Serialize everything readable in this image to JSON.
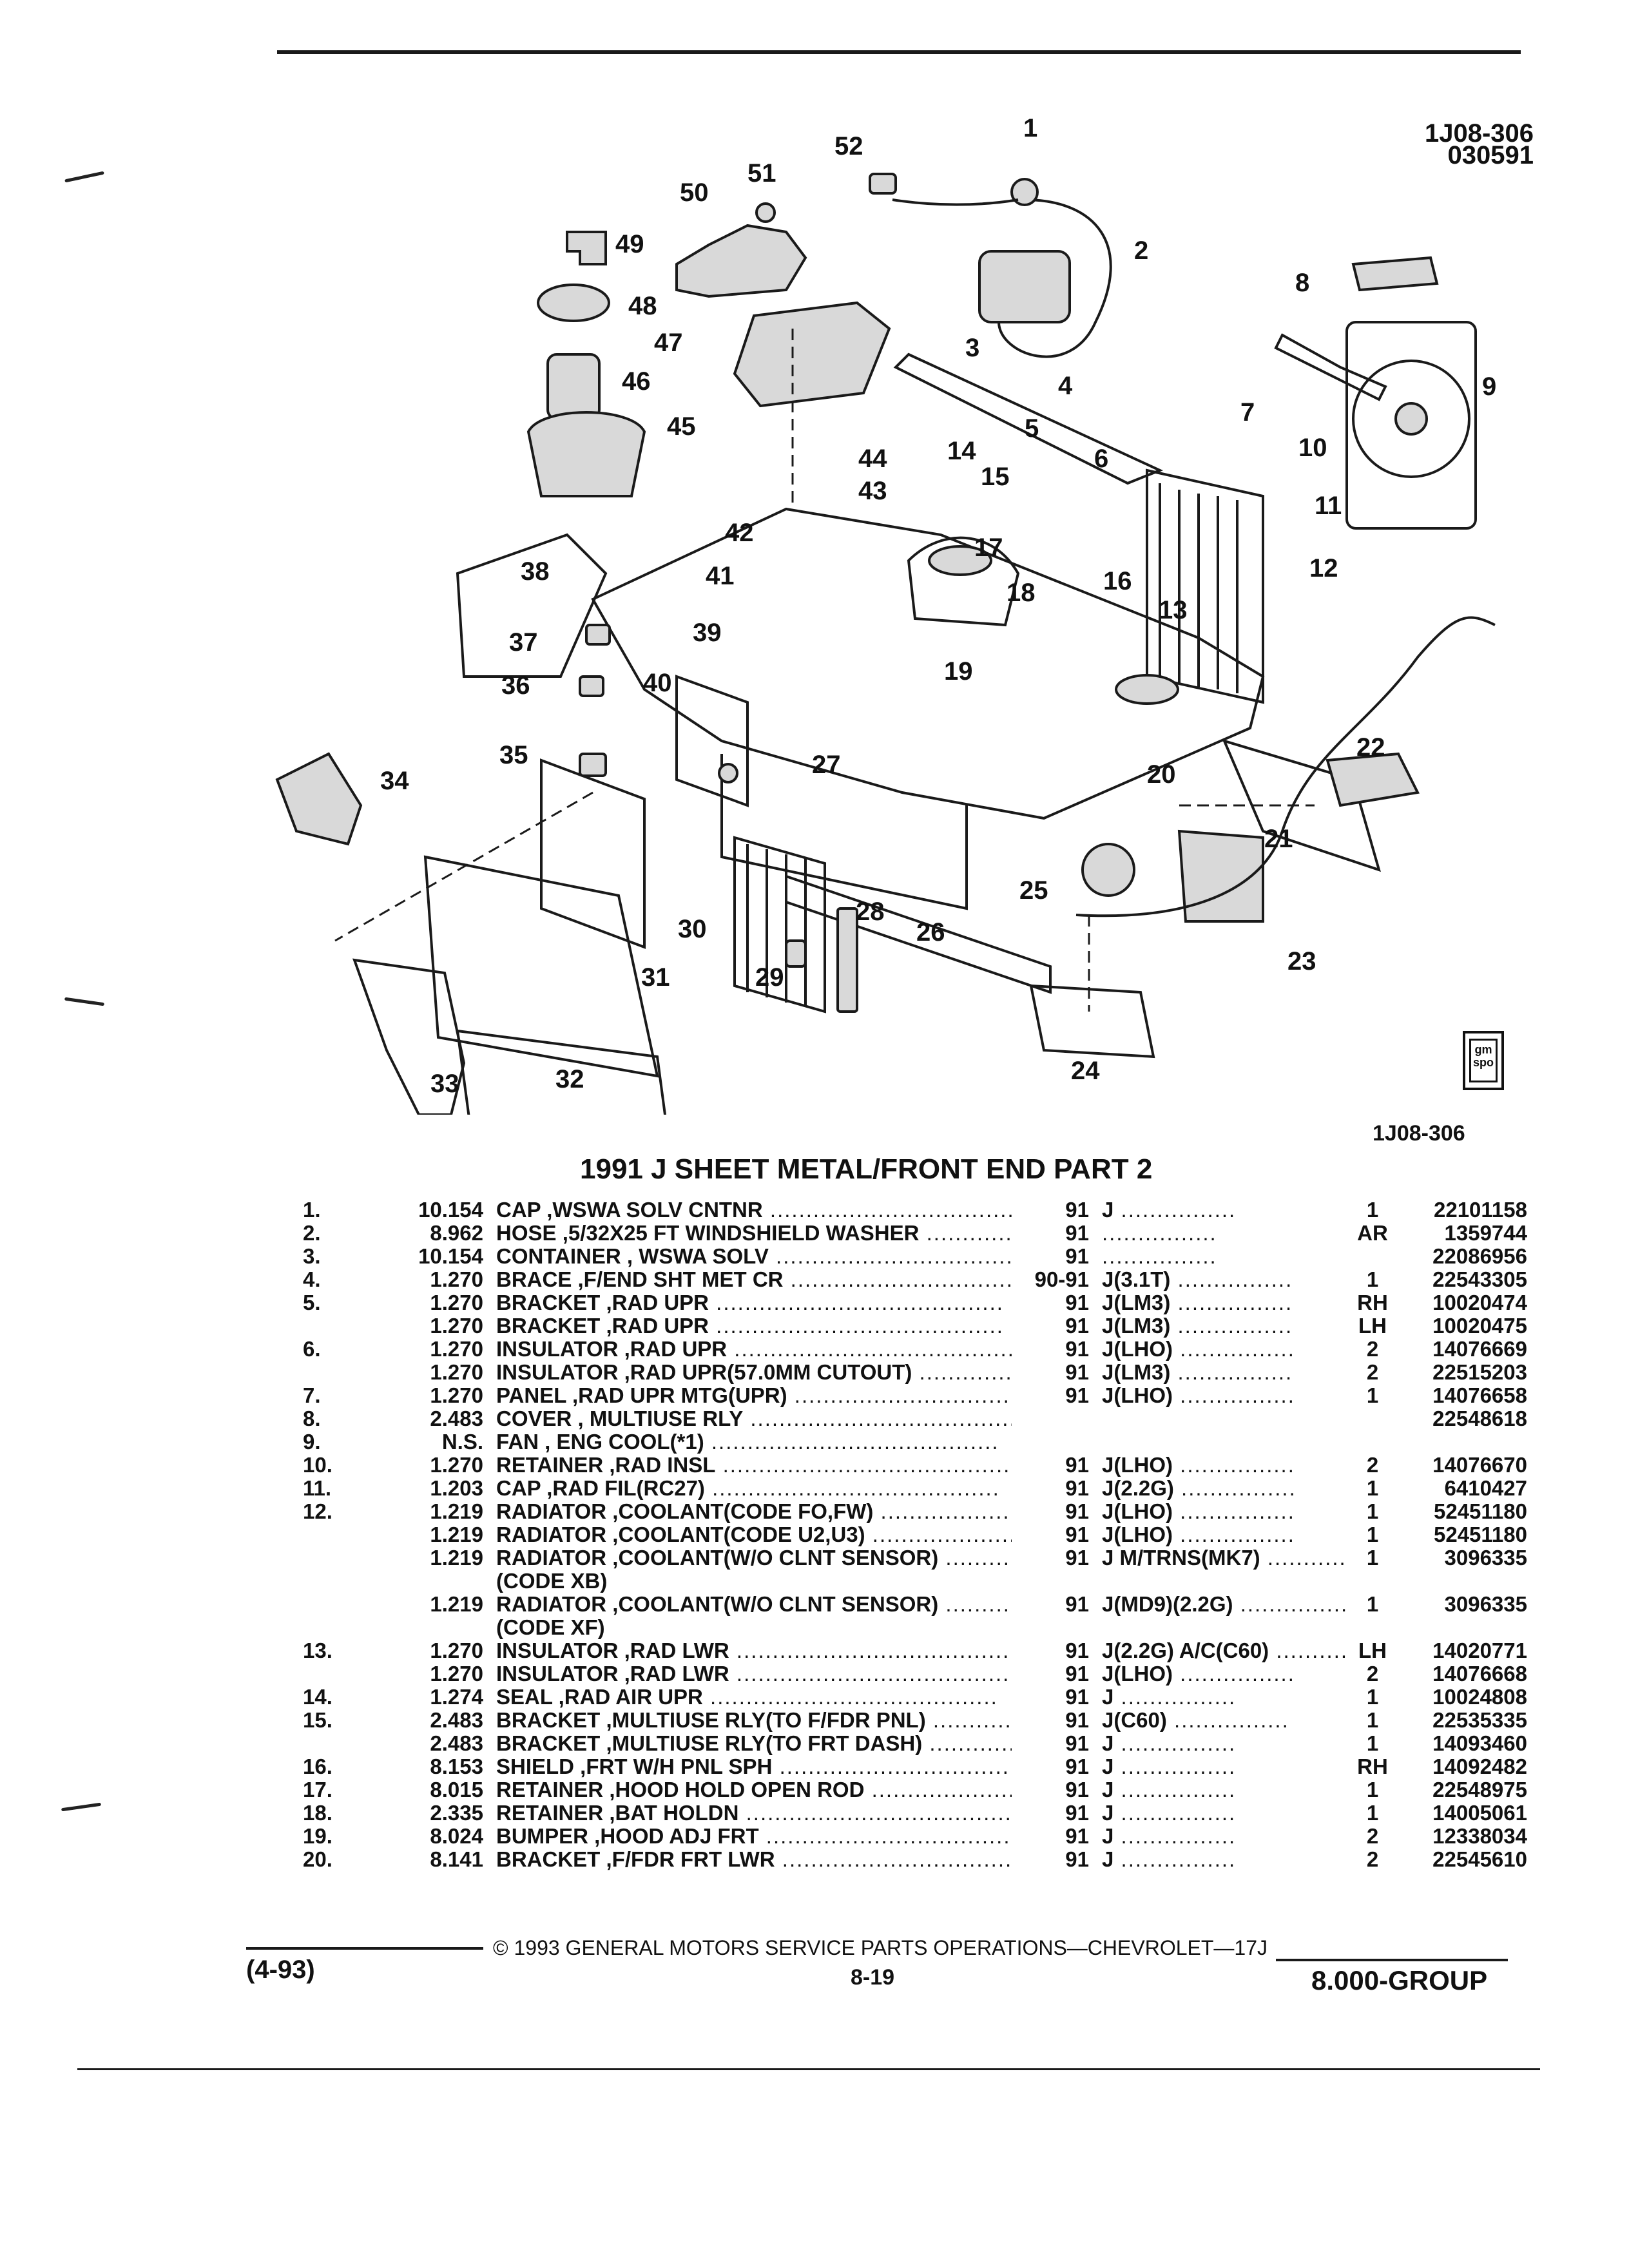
{
  "header": {
    "illustration_code": "1J08-306",
    "illustration_date": "030591",
    "caption_code": "1J08-306"
  },
  "title": "1991 J SHEET METAL/FRONT END PART 2",
  "callouts": [
    "1",
    "2",
    "3",
    "4",
    "5",
    "6",
    "7",
    "8",
    "9",
    "10",
    "11",
    "12",
    "13",
    "14",
    "15",
    "16",
    "17",
    "18",
    "19",
    "20",
    "21",
    "22",
    "23",
    "24",
    "25",
    "26",
    "27",
    "28",
    "29",
    "30",
    "31",
    "32",
    "33",
    "34",
    "35",
    "36",
    "37",
    "38",
    "39",
    "40",
    "41",
    "42",
    "43",
    "44",
    "45",
    "46",
    "47",
    "48",
    "49",
    "50",
    "51",
    "52"
  ],
  "parts": [
    {
      "no": "1.",
      "grp": "10.154",
      "desc": "CAP ,WSWA SOLV CNTNR",
      "year": "91",
      "model": "J",
      "qty": "1",
      "part": "22101158"
    },
    {
      "no": "2.",
      "grp": "8.962",
      "desc": "HOSE ,5/32X25 FT WINDSHIELD WASHER",
      "year": "91",
      "model": "",
      "qty": "AR",
      "part": "1359744"
    },
    {
      "no": "3.",
      "grp": "10.154",
      "desc": "CONTAINER , WSWA SOLV",
      "year": "91",
      "model": "",
      "qty": "",
      "part": "22086956"
    },
    {
      "no": "4.",
      "grp": "1.270",
      "desc": "BRACE ,F/END SHT MET CR",
      "year": "90-91",
      "model": "J(3.1T)",
      "qty": "1",
      "part": "22543305"
    },
    {
      "no": "5.",
      "grp": "1.270",
      "desc": "BRACKET ,RAD UPR",
      "year": "91",
      "model": "J(LM3)",
      "qty": "RH",
      "part": "10020474"
    },
    {
      "no": "",
      "grp": "1.270",
      "desc": "BRACKET ,RAD UPR",
      "year": "91",
      "model": "J(LM3)",
      "qty": "LH",
      "part": "10020475"
    },
    {
      "no": "6.",
      "grp": "1.270",
      "desc": "INSULATOR ,RAD UPR",
      "year": "91",
      "model": "J(LHO)",
      "qty": "2",
      "part": "14076669"
    },
    {
      "no": "",
      "grp": "1.270",
      "desc": "INSULATOR ,RAD UPR(57.0MM CUTOUT)",
      "year": "91",
      "model": "J(LM3)",
      "qty": "2",
      "part": "22515203"
    },
    {
      "no": "7.",
      "grp": "1.270",
      "desc": "PANEL ,RAD UPR MTG(UPR)",
      "year": "91",
      "model": "J(LHO)",
      "qty": "1",
      "part": "14076658"
    },
    {
      "no": "8.",
      "grp": "2.483",
      "desc": "COVER , MULTIUSE RLY",
      "year": "",
      "model": "",
      "qty": "",
      "part": "22548618"
    },
    {
      "no": "9.",
      "grp": "N.S.",
      "desc": "FAN , ENG COOL(*1)",
      "year": "",
      "model": "",
      "qty": "",
      "part": ""
    },
    {
      "no": "10.",
      "grp": "1.270",
      "desc": "RETAINER ,RAD INSL",
      "year": "91",
      "model": "J(LHO)",
      "qty": "2",
      "part": "14076670"
    },
    {
      "no": "11.",
      "grp": "1.203",
      "desc": "CAP ,RAD FIL(RC27)",
      "year": "91",
      "model": "J(2.2G)",
      "qty": "1",
      "part": "6410427"
    },
    {
      "no": "12.",
      "grp": "1.219",
      "desc": "RADIATOR ,COOLANT(CODE FO,FW)",
      "year": "91",
      "model": "J(LHO)",
      "qty": "1",
      "part": "52451180"
    },
    {
      "no": "",
      "grp": "1.219",
      "desc": "RADIATOR ,COOLANT(CODE U2,U3)",
      "year": "91",
      "model": "J(LHO)",
      "qty": "1",
      "part": "52451180"
    },
    {
      "no": "",
      "grp": "1.219",
      "desc": "RADIATOR ,COOLANT(W/O CLNT SENSOR)",
      "desc2": "(CODE XB)",
      "year": "91",
      "model": "J M/TRNS(MK7)",
      "qty": "1",
      "part": "3096335"
    },
    {
      "no": "",
      "grp": "1.219",
      "desc": "RADIATOR ,COOLANT(W/O CLNT SENSOR)",
      "desc2": "(CODE XF)",
      "year": "91",
      "model": "J(MD9)(2.2G)",
      "qty": "1",
      "part": "3096335"
    },
    {
      "no": "13.",
      "grp": "1.270",
      "desc": "INSULATOR ,RAD LWR",
      "year": "91",
      "model": "J(2.2G) A/C(C60)",
      "qty": "LH",
      "part": "14020771"
    },
    {
      "no": "",
      "grp": "1.270",
      "desc": "INSULATOR ,RAD LWR",
      "year": "91",
      "model": "J(LHO)",
      "qty": "2",
      "part": "14076668"
    },
    {
      "no": "14.",
      "grp": "1.274",
      "desc": "SEAL ,RAD AIR UPR",
      "year": "91",
      "model": "J",
      "qty": "1",
      "part": "10024808"
    },
    {
      "no": "15.",
      "grp": "2.483",
      "desc": "BRACKET ,MULTIUSE RLY(TO F/FDR PNL)",
      "year": "91",
      "model": "J(C60)",
      "qty": "1",
      "part": "22535335"
    },
    {
      "no": "",
      "grp": "2.483",
      "desc": "BRACKET ,MULTIUSE RLY(TO FRT DASH)",
      "year": "91",
      "model": "J",
      "qty": "1",
      "part": "14093460"
    },
    {
      "no": "16.",
      "grp": "8.153",
      "desc": "SHIELD ,FRT W/H PNL SPH",
      "year": "91",
      "model": "J",
      "qty": "RH",
      "part": "14092482"
    },
    {
      "no": "17.",
      "grp": "8.015",
      "desc": "RETAINER ,HOOD HOLD OPEN ROD",
      "year": "91",
      "model": "J",
      "qty": "1",
      "part": "22548975"
    },
    {
      "no": "18.",
      "grp": "2.335",
      "desc": "RETAINER ,BAT HOLDN",
      "year": "91",
      "model": "J",
      "qty": "1",
      "part": "14005061"
    },
    {
      "no": "19.",
      "grp": "8.024",
      "desc": "BUMPER ,HOOD ADJ FRT",
      "year": "91",
      "model": "J",
      "qty": "2",
      "part": "12338034"
    },
    {
      "no": "20.",
      "grp": "8.141",
      "desc": "BRACKET ,F/FDR FRT LWR",
      "year": "91",
      "model": "J",
      "qty": "2",
      "part": "22545610"
    }
  ],
  "footer": {
    "copyright": "© 1993 GENERAL MOTORS SERVICE PARTS OPERATIONS—CHEVROLET—17J",
    "revision": "(4-93)",
    "page": "8-19",
    "group": "8.000-GROUP"
  },
  "logo_text": "gm spo"
}
